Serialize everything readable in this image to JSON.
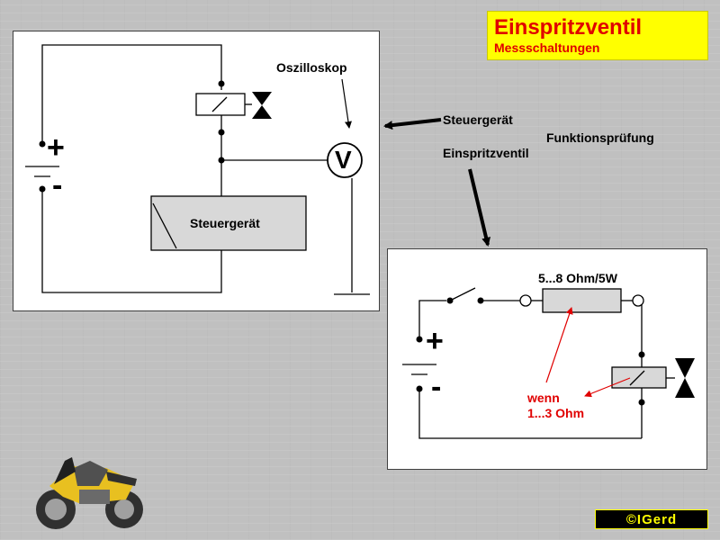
{
  "title": {
    "main": "Einspritzventil",
    "sub": "Messschaltungen"
  },
  "labels": {
    "oszilloskop": "Oszilloskop",
    "steuergeraet_box": "Steuergerät",
    "voltmeter": "V",
    "plus_top": "+",
    "minus_top": "-",
    "arrow_steuergeraet": "Steuergerät",
    "arrow_einspritzventil": "Einspritzventil",
    "funktionspruefung": "Funktionsprüfung",
    "resistor": "5...8 Ohm/5W",
    "plus_bot": "+",
    "minus_bot": "-",
    "wenn": "wenn",
    "ohm_range": "1...3 Ohm"
  },
  "copyright": "©IGerd",
  "colors": {
    "title_bg": "#ffff00",
    "title_text": "#e00000",
    "annotation_red": "#e00000",
    "component_gray": "#d8d8d8"
  },
  "icons": [
    "motorcycle-logo",
    "injector-valve-symbol",
    "switch-symbol"
  ]
}
